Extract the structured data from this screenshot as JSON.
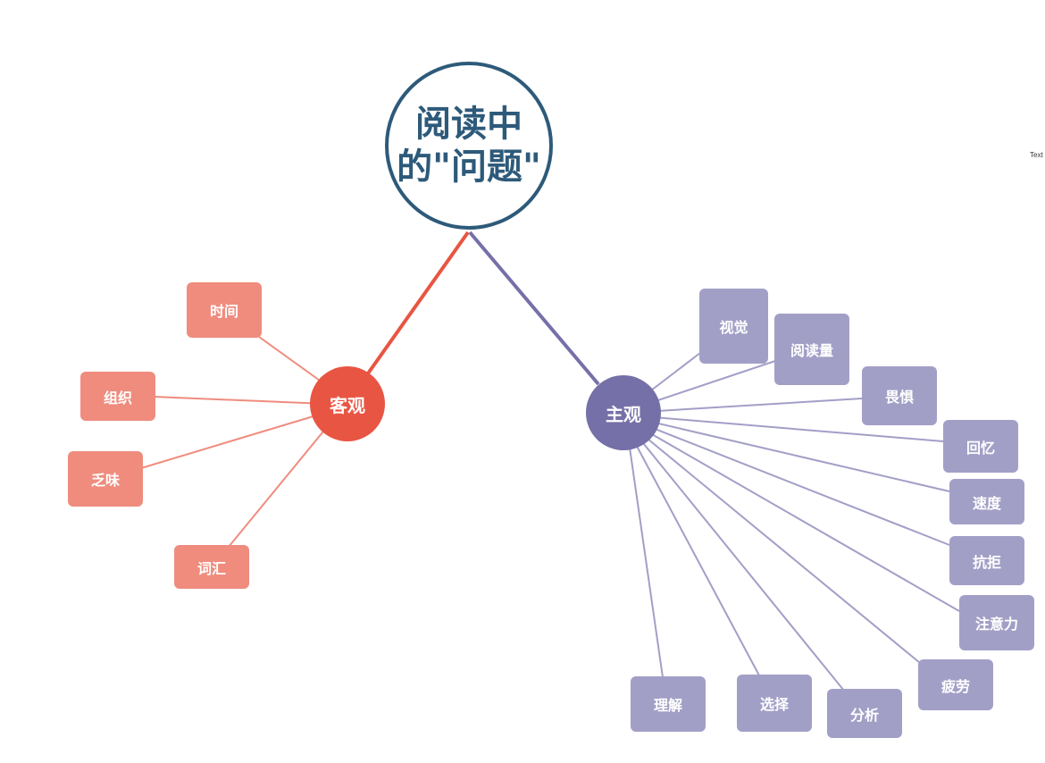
{
  "root": {
    "line1": "阅读中",
    "line2": "的\"问题\""
  },
  "colors": {
    "root_border": "#2e5a7a",
    "objective": "#e85542",
    "objective_leaf": "#ef8c7e",
    "subjective": "#7670a8",
    "subjective_leaf": "#a29fc7"
  },
  "branches": {
    "objective": {
      "label": "客观",
      "leaves": [
        "时间",
        "组织",
        "乏味",
        "词汇"
      ]
    },
    "subjective": {
      "label": "主观",
      "leaves": [
        "视觉",
        "阅读量",
        "畏惧",
        "回忆",
        "速度",
        "抗拒",
        "注意力",
        "疲劳",
        "分析",
        "选择",
        "理解"
      ]
    }
  },
  "stray_text": "Text"
}
